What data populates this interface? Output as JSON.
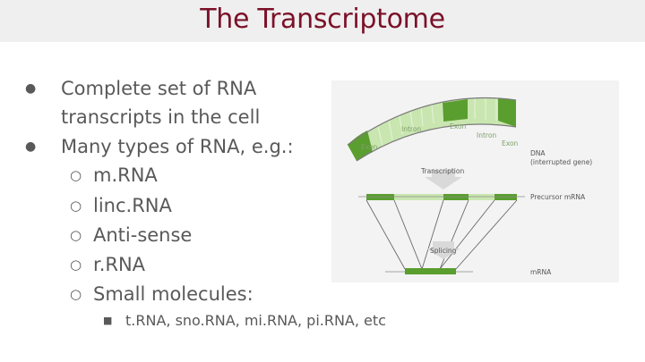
{
  "slide": {
    "title": "The Transcriptome",
    "bullets": [
      {
        "text": "Complete set of RNA"
      },
      {
        "text": "transcripts in the cell"
      },
      {
        "text": "Many types of RNA, e.g.:"
      }
    ],
    "sub_bullets": [
      "m.RNA",
      "linc.RNA",
      "Anti-sense",
      "r.RNA",
      "Small molecules:"
    ],
    "sub_sub_bullets": [
      "t.RNA, sno.RNA, mi.RNA, pi.RNA, etc"
    ]
  },
  "figure": {
    "labels": {
      "exon_left": "Exon",
      "intron_1": "Intron",
      "exon_mid": "Exon",
      "intron_2": "Intron",
      "exon_right": "Exon",
      "dna": "DNA",
      "dna_sub": "(interrupted gene)",
      "transcription": "Transcription",
      "precursor": "Precursor mRNA",
      "splicing": "Splicing",
      "mrna": "mRNA"
    },
    "colors": {
      "exon": "#5a9e2f",
      "intron": "#c9e6b0",
      "arrow": "#d9d9d9"
    }
  }
}
